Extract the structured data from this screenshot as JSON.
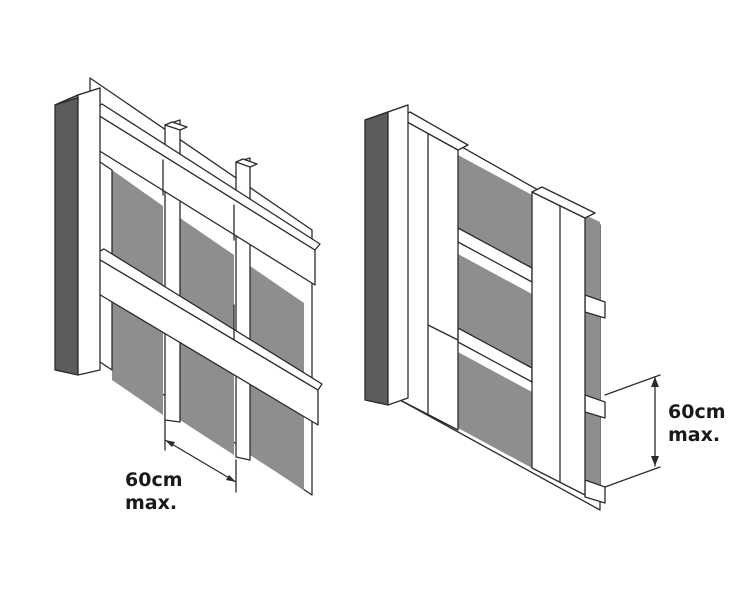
{
  "diagrams": [
    {
      "id": "horizontal-battens",
      "dimension": {
        "value": "60cm",
        "suffix": "max."
      }
    },
    {
      "id": "vertical-battens",
      "dimension": {
        "value": "60cm",
        "suffix": "max."
      }
    }
  ],
  "colors": {
    "outline": "#2b2b2b",
    "wall": "#5c5c5c",
    "panel": "#8e8e8e",
    "timber": "#ffffff"
  }
}
